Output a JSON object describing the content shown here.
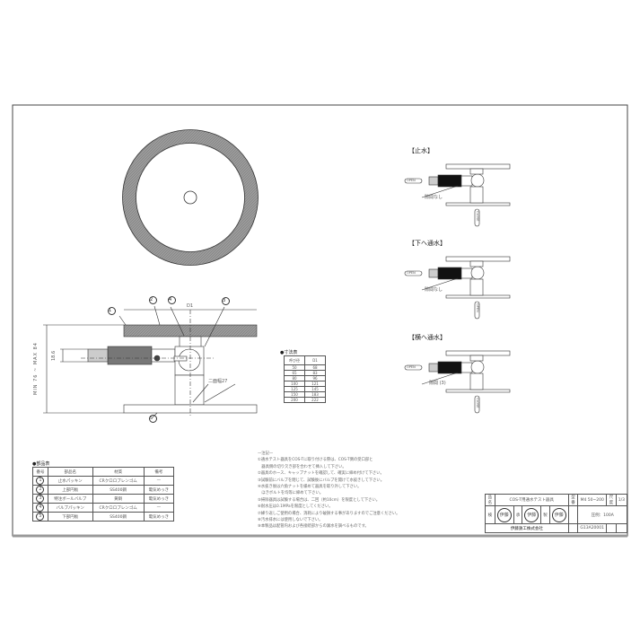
{
  "views": {
    "stop": {
      "title": "【止水】",
      "open_label": "OPEN",
      "no_gap": "隙間なし",
      "vertical_label": "CLOSE"
    },
    "down": {
      "title": "【下へ通水】",
      "open_label": "OPEN",
      "no_gap": "隙間なし",
      "vertical_label": "OPEN"
    },
    "side": {
      "title": "【横へ通水】",
      "open_label": "OPEN",
      "gap": "隙間 (3)",
      "vertical_label": "CLOSE"
    }
  },
  "section": {
    "d1": "D1",
    "height_dim": "MIN 76 ~ MAX 84",
    "hose_dim": "18.6",
    "hex_dim": "二面幅27",
    "callouts": [
      "1",
      "2",
      "3",
      "4",
      "5"
    ]
  },
  "dimension_table": {
    "title": "●寸法表",
    "headers": [
      "呼び径",
      "D1"
    ],
    "rows": [
      [
        "50",
        "68"
      ],
      [
        "65",
        "83"
      ],
      [
        "80",
        "96"
      ],
      [
        "100",
        "121"
      ],
      [
        "125",
        "145"
      ],
      [
        "150",
        "183"
      ],
      [
        "200",
        "222"
      ]
    ]
  },
  "parts_list": {
    "title": "●部品表",
    "headers": [
      "番号",
      "部品名",
      "材質",
      "備考"
    ],
    "rows": [
      [
        "1",
        "止水パッキン",
        "CRクロロプレンゴム",
        "—"
      ],
      [
        "2",
        "上部円板",
        "SS400鋼",
        "電気めっき"
      ],
      [
        "3",
        "特注ボールバルブ",
        "黄銅",
        "電気めっき"
      ],
      [
        "4",
        "バルブパッキン",
        "CRクロロプレンゴム",
        "—"
      ],
      [
        "5",
        "下部円板",
        "SS400鋼",
        "電気めっき"
      ]
    ]
  },
  "notes": {
    "title": "—注記—",
    "lines": [
      "①通水テスト器具をCOS-Tに取り付ける際は、COS-T側の受口部と",
      "　器具側の切り欠き部を合わせて挿入して下さい。",
      "②器具のホース、キャップナットを確認して、確実に締め付けて下さい。",
      "③試験前にバルブを閉じて、試験後にバルブを開けて水抜きして下さい。",
      "④水抜き後は六角ナットを緩めて器具を取り外して下さい。",
      "　ほきボルトを均等に締めて下さい。",
      "⑤掃除器具は試験する場合は、二回（約10cm）を限度として下さい。",
      "⑥耐水圧は0.1MPaを限度としてください。",
      "⑦繰り返しご使用の場合、消耗により破損する事がありますのでご注意ください。",
      "⑧汚水排水には使用しないで下さい。",
      "⑨本製品は配管内および各接続部からの漏水を調べるものです。"
    ]
  },
  "title_block": {
    "name_label": "品名",
    "name": "COS-T用通水テスト器具",
    "model_label": "型番",
    "model": "M4 50~200",
    "scale_label": "尺度",
    "scale": "1/3",
    "stamps": [
      {
        "role": "検",
        "mark": "伊藤"
      },
      {
        "role": "承",
        "mark": "伊藤"
      },
      {
        "role": "製",
        "mark": "伊藤"
      }
    ],
    "note": "圧例：100A",
    "company": "伊藤鉄工株式会社",
    "drawing_no": "G13A20001"
  }
}
